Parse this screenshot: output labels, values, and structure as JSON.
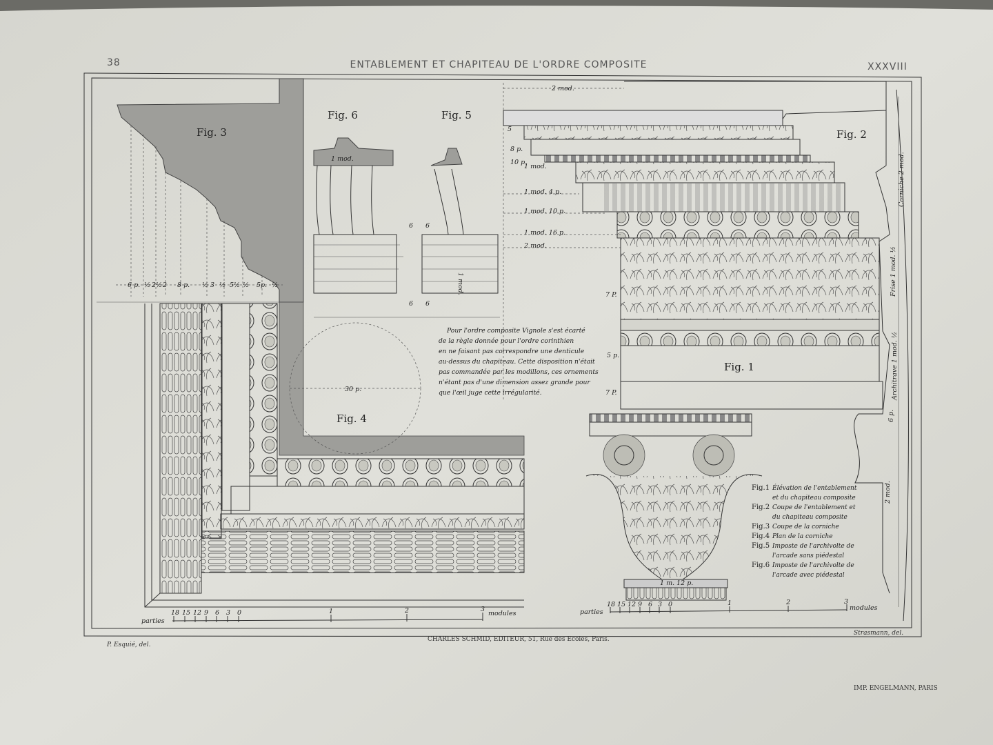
{
  "header": {
    "page_number": "38",
    "title": "ENTABLEMENT ET CHAPITEAU DE L'ORDRE COMPOSITE",
    "plate_number": "XXXVIII"
  },
  "figures": {
    "fig1": "Fig. 1",
    "fig2": "Fig. 2",
    "fig3": "Fig. 3",
    "fig4": "Fig. 4",
    "fig5": "Fig. 5",
    "fig6": "Fig. 6"
  },
  "note": [
    "Pour l'ordre composite Vignole s'est écarté",
    "de la règle donnée pour l'ordre corinthien",
    "en ne faisant pas correspondre une denticule",
    "au-dessus du chapiteau. Cette disposition n'était",
    "pas commandée par les modillons, ces ornements",
    "n'étant pas d'une dimension assez grande pour",
    "que l'œil juge cette irrégularité."
  ],
  "legend": [
    {
      "fig": "Fig.1",
      "lines": [
        "Élévation de l'entablement",
        "et du chapiteau composite"
      ]
    },
    {
      "fig": "Fig.2",
      "lines": [
        "Coupe de l'entablement et",
        "du chapiteau composite"
      ]
    },
    {
      "fig": "Fig.3",
      "lines": [
        "Coupe de la corniche"
      ]
    },
    {
      "fig": "Fig.4",
      "lines": [
        "Plan de la corniche"
      ]
    },
    {
      "fig": "Fig.5",
      "lines": [
        "Imposte de l'archivolte de",
        "l'arcade sans piédestal"
      ]
    },
    {
      "fig": "Fig.6",
      "lines": [
        "Imposte de l'archivolte de",
        "l'arcade avec piédestal"
      ]
    }
  ],
  "dimensions": {
    "fig1_left": [
      "2 mod.",
      "5",
      "8 p.",
      "10 p.",
      "1 mod.",
      "1 mod. 4 p.",
      "1 mod. 10 p.",
      "1 mod. 16 p.",
      "2 mod."
    ],
    "fig1_side": [
      "7 P.",
      "5 p.",
      "7 P."
    ],
    "fig3_row": [
      "6 p.",
      "½",
      "2½",
      "2",
      "8 p.",
      "½",
      "3",
      "½",
      "5½",
      "½",
      "5p.",
      "½"
    ],
    "fig4_diameter": "30 p.",
    "fig1_capital": "1 m. 12 p.",
    "fig2_vertical": [
      "Corniche 2 mod.",
      "Frise 1 mod. ½",
      "Architrave 1 mod. ½",
      "6 p.",
      "2 mod."
    ],
    "fig5_6": [
      "1 mod.",
      "1 mod.",
      "6",
      "6",
      "6",
      "6"
    ]
  },
  "scales": {
    "parts_label": "parties",
    "parts_ticks": [
      "18",
      "15",
      "12",
      "9",
      "6",
      "3",
      "0"
    ],
    "module_ticks": [
      "1",
      "2",
      "3"
    ],
    "modules_label": "modules"
  },
  "credits": {
    "left": "P. Esquié, del.",
    "center": "CHARLES SCHMID, EDITEUR, 51, Rue des Ecoles, Paris.",
    "right": "Strasmann, del.",
    "printer": "IMP. ENGELMANN, PARIS"
  },
  "colors": {
    "paper": "#dcdcd5",
    "ink": "#2a2a2a",
    "section_gray": "#9e9e9a"
  }
}
